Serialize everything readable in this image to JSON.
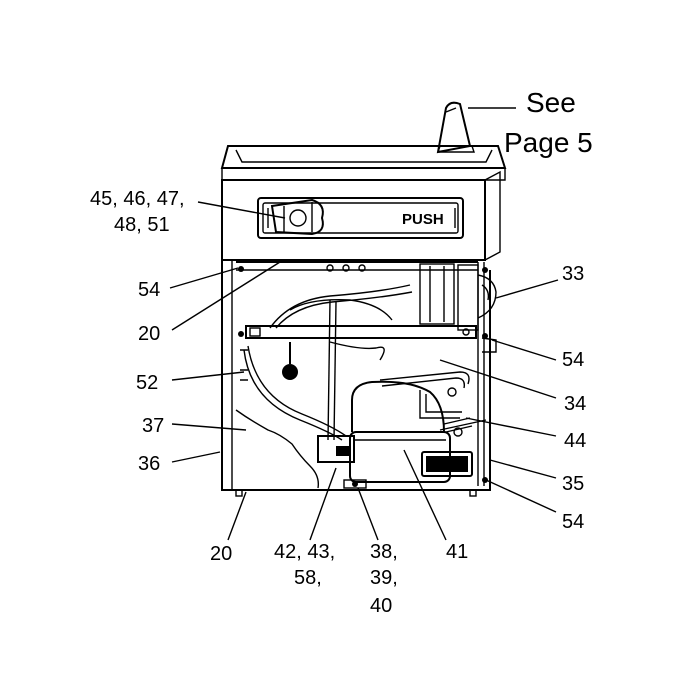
{
  "note": {
    "line1": "See",
    "line2": "Page 5"
  },
  "button_text": "PUSH",
  "callouts": {
    "c45": "45, 46, 47,",
    "c48": "48, 51",
    "c54a": "54",
    "c20a": "20",
    "c52": "52",
    "c37": "37",
    "c36": "36",
    "c20b": "20",
    "c42": "42, 43,",
    "c58": "58,",
    "c38": "38,",
    "c39": "39,",
    "c40": "40",
    "c41": "41",
    "c33": "33",
    "c54b": "54",
    "c34": "34",
    "c44": "44",
    "c35": "35",
    "c54c": "54"
  }
}
